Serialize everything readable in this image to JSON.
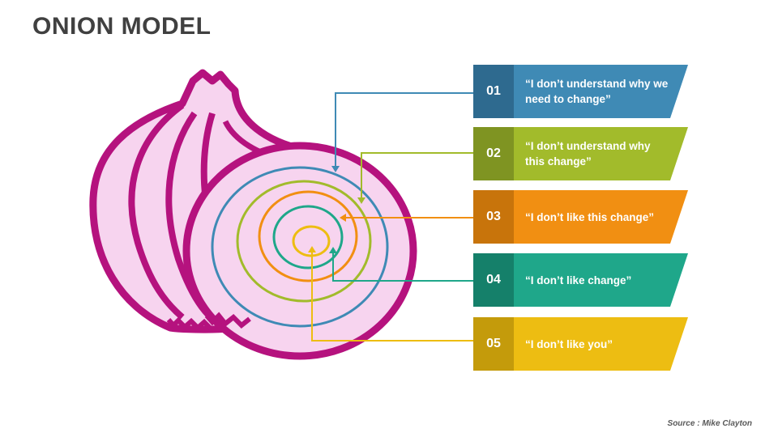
{
  "title": "ONION MODEL",
  "source": "Source :  Mike Clayton",
  "levels": [
    {
      "number": "01",
      "text": "“I don’t understand why we need to change”",
      "color": "#3f8ab5",
      "dark": "#2e6a8f"
    },
    {
      "number": "02",
      "text": "“I don’t understand why this change”",
      "color": "#a2bb2b",
      "dark": "#7f9422"
    },
    {
      "number": "03",
      "text": "“I don’t like this change”",
      "color": "#f18f12",
      "dark": "#c8740b"
    },
    {
      "number": "04",
      "text": "“I don’t like change”",
      "color": "#1fa78a",
      "dark": "#15806a"
    },
    {
      "number": "05",
      "text": "“I don’t like you”",
      "color": "#edbd12",
      "dark": "#c49b0b"
    }
  ],
  "onion": {
    "outline": "#b5127e",
    "fill": "#f7d4ef"
  }
}
